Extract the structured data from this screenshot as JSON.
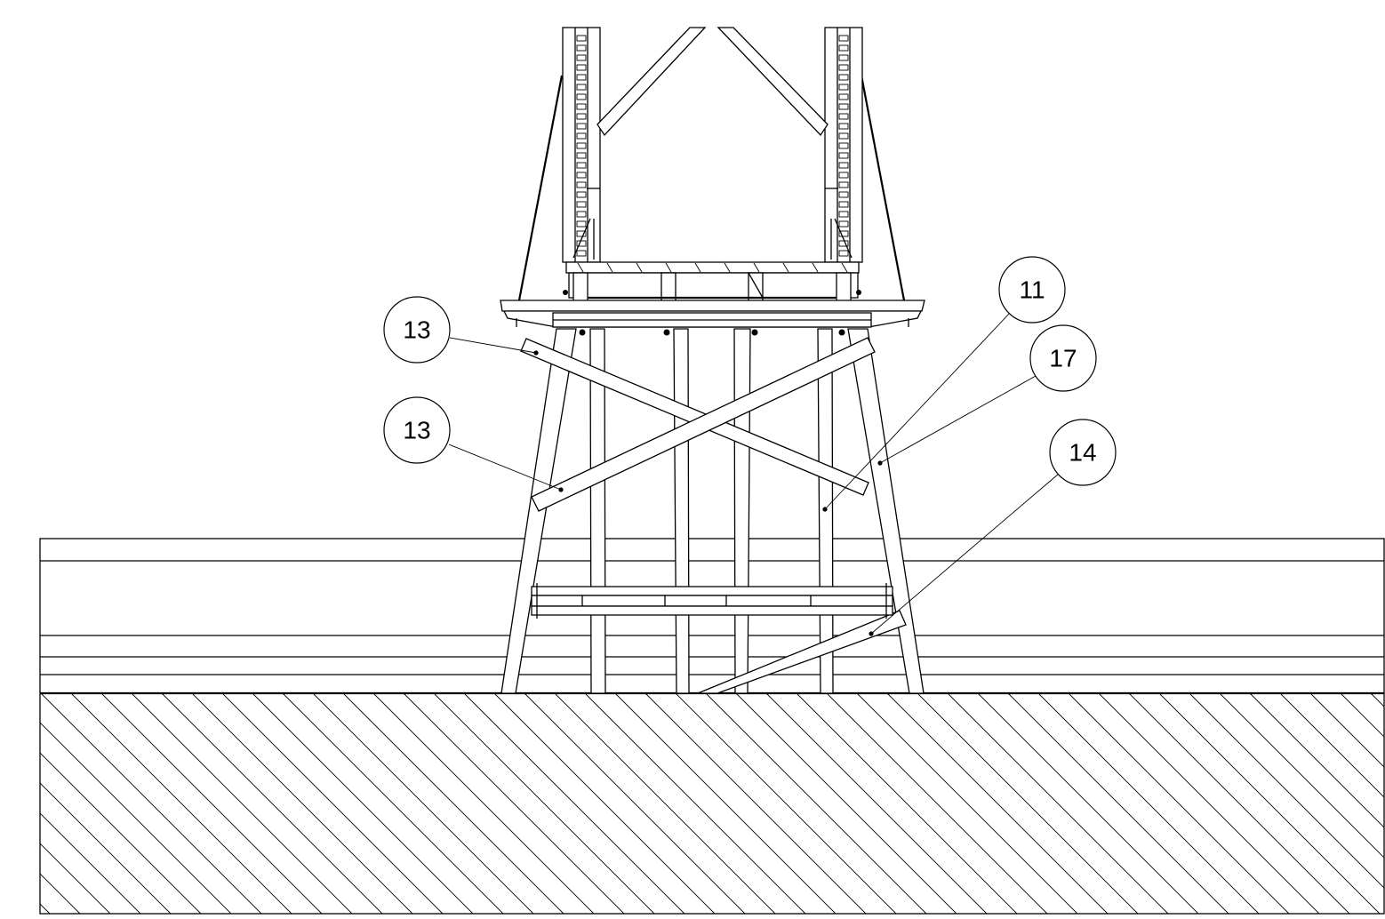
{
  "drawing": {
    "colors": {
      "line": "#000000",
      "background": "#ffffff"
    },
    "balloons": [
      {
        "id": "b1",
        "label": "13"
      },
      {
        "id": "b2",
        "label": "13"
      },
      {
        "id": "b3",
        "label": "11"
      },
      {
        "id": "b4",
        "label": "17"
      },
      {
        "id": "b5",
        "label": "14"
      }
    ]
  }
}
